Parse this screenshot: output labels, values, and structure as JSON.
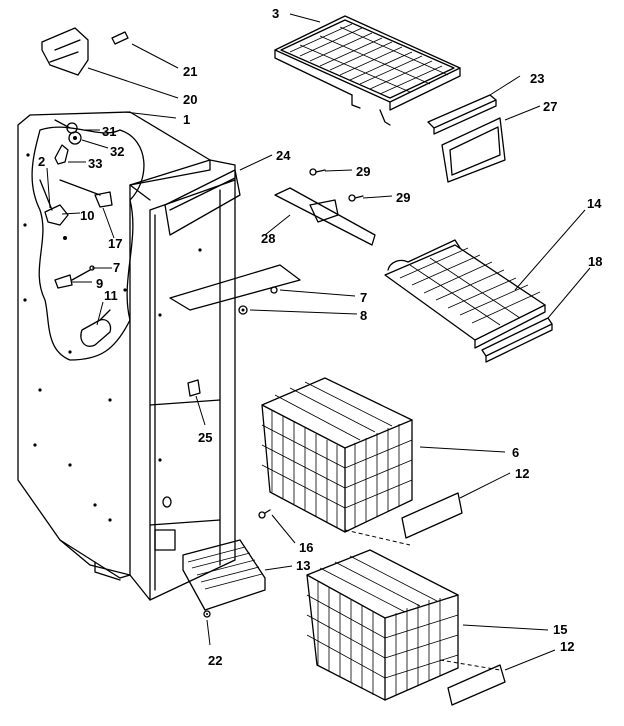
{
  "callouts": [
    {
      "id": "3",
      "label": "3"
    },
    {
      "id": "21",
      "label": "21"
    },
    {
      "id": "20",
      "label": "20"
    },
    {
      "id": "1",
      "label": "1"
    },
    {
      "id": "31",
      "label": "31"
    },
    {
      "id": "32",
      "label": "32"
    },
    {
      "id": "2",
      "label": "2"
    },
    {
      "id": "33",
      "label": "33"
    },
    {
      "id": "10",
      "label": "10"
    },
    {
      "id": "17",
      "label": "17"
    },
    {
      "id": "7a",
      "label": "7"
    },
    {
      "id": "9",
      "label": "9"
    },
    {
      "id": "11",
      "label": "11"
    },
    {
      "id": "23",
      "label": "23"
    },
    {
      "id": "27",
      "label": "27"
    },
    {
      "id": "24",
      "label": "24"
    },
    {
      "id": "29a",
      "label": "29"
    },
    {
      "id": "29b",
      "label": "29"
    },
    {
      "id": "28",
      "label": "28"
    },
    {
      "id": "14",
      "label": "14"
    },
    {
      "id": "18",
      "label": "18"
    },
    {
      "id": "7b",
      "label": "7"
    },
    {
      "id": "8",
      "label": "8"
    },
    {
      "id": "25",
      "label": "25"
    },
    {
      "id": "6",
      "label": "6"
    },
    {
      "id": "12a",
      "label": "12"
    },
    {
      "id": "16",
      "label": "16"
    },
    {
      "id": "13",
      "label": "13"
    },
    {
      "id": "22",
      "label": "22"
    },
    {
      "id": "15",
      "label": "15"
    },
    {
      "id": "12b",
      "label": "12"
    }
  ]
}
